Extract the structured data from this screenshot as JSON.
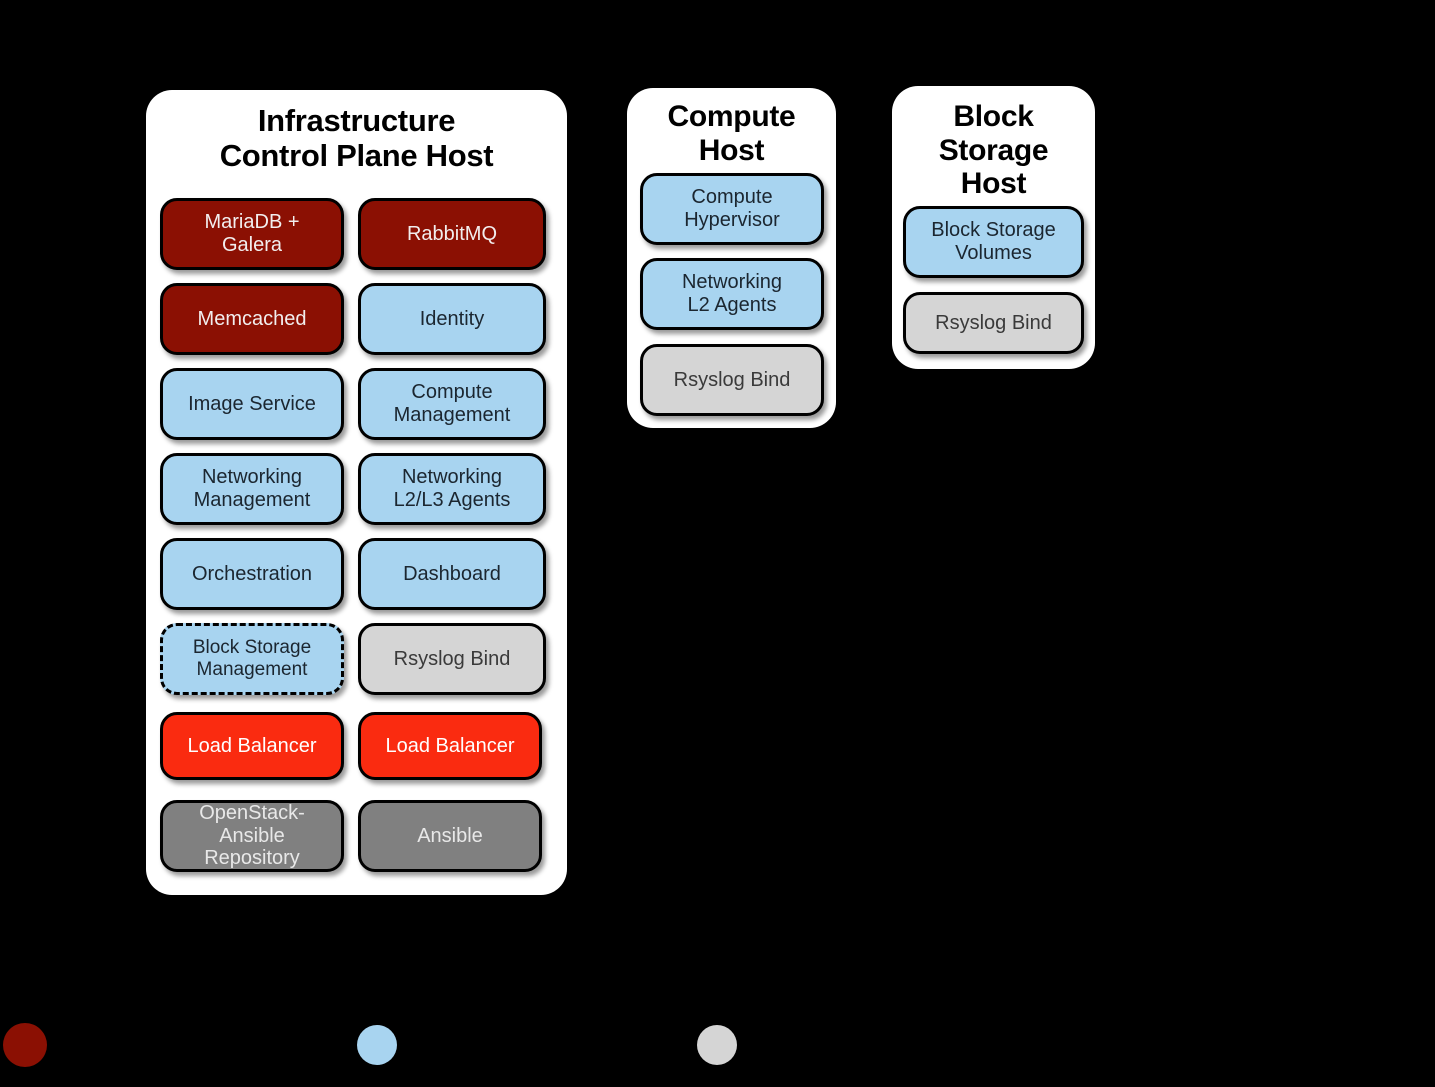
{
  "diagram": {
    "background_color": "#000000",
    "panel_color": "#ffffff"
  },
  "palette": {
    "infrastructure_service": "#8B1003",
    "openstack_service": "#A8D4F0",
    "logging_service": "#D5D5D5",
    "load_balancer": "#FA2B10",
    "deployment_tooling": "#808080"
  },
  "hosts": [
    {
      "id": "infrastructure-control-plane-host",
      "title": "Infrastructure\nControl Plane Host",
      "title_line1": "Infrastructure",
      "title_line2": "Control Plane Host",
      "border_style": "solid",
      "columns": [
        {
          "id": "left-column",
          "items": [
            {
              "label": "MariaDB + Galera",
              "label_line1": "MariaDB +",
              "label_line2": "Galera",
              "color": "#8B1003",
              "variant": "c-darkred",
              "border": "solid"
            },
            {
              "label": "Memcached",
              "label_line1": "Memcached",
              "label_line2": "",
              "color": "#8B1003",
              "variant": "c-darkred",
              "border": "solid"
            },
            {
              "label": "Image Service",
              "label_line1": "Image Service",
              "label_line2": "",
              "color": "#A8D4F0",
              "variant": "c-blue",
              "border": "solid"
            },
            {
              "label": "Networking Management",
              "label_line1": "Networking",
              "label_line2": "Management",
              "color": "#A8D4F0",
              "variant": "c-blue",
              "border": "solid"
            },
            {
              "label": "Orchestration",
              "label_line1": "Orchestration",
              "label_line2": "",
              "color": "#A8D4F0",
              "variant": "c-blue",
              "border": "solid"
            },
            {
              "label": "Block Storage Management",
              "label_line1": "Block Storage",
              "label_line2": "Management",
              "color": "#A8D4F0",
              "variant": "c-blue",
              "border": "dash-dot"
            },
            {
              "label": "Load Balancer",
              "label_line1": "Load Balancer",
              "label_line2": "",
              "color": "#FA2B10",
              "variant": "c-red",
              "border": "solid"
            },
            {
              "label": "OpenStack-Ansible Repository",
              "label_line1": "OpenStack-",
              "label_line2": "Ansible",
              "label_line3": "Repository",
              "color": "#808080",
              "variant": "c-gray",
              "border": "solid"
            }
          ]
        },
        {
          "id": "right-column",
          "items": [
            {
              "label": "RabbitMQ",
              "label_line1": "RabbitMQ",
              "label_line2": "",
              "color": "#8B1003",
              "variant": "c-darkred",
              "border": "solid"
            },
            {
              "label": "Identity",
              "label_line1": "Identity",
              "label_line2": "",
              "color": "#A8D4F0",
              "variant": "c-blue",
              "border": "solid"
            },
            {
              "label": "Compute Management",
              "label_line1": "Compute",
              "label_line2": "Management",
              "color": "#A8D4F0",
              "variant": "c-blue",
              "border": "solid"
            },
            {
              "label": "Networking L2/L3 Agents",
              "label_line1": "Networking",
              "label_line2": "L2/L3 Agents",
              "color": "#A8D4F0",
              "variant": "c-blue",
              "border": "solid"
            },
            {
              "label": "Dashboard",
              "label_line1": "Dashboard",
              "label_line2": "",
              "color": "#A8D4F0",
              "variant": "c-blue",
              "border": "solid"
            },
            {
              "label": "Rsyslog Bind",
              "label_line1": "Rsyslog Bind",
              "label_line2": "",
              "color": "#D5D5D5",
              "variant": "c-lightgray",
              "border": "solid"
            },
            {
              "label": "Load Balancer",
              "label_line1": "Load Balancer",
              "label_line2": "",
              "color": "#FA2B10",
              "variant": "c-red",
              "border": "solid"
            },
            {
              "label": "Ansible",
              "label_line1": "Ansible",
              "label_line2": "",
              "color": "#808080",
              "variant": "c-gray",
              "border": "solid"
            }
          ]
        }
      ]
    },
    {
      "id": "compute-host",
      "title": "Compute Host",
      "title_line1": "Compute",
      "title_line2": "Host",
      "border_style": "solid",
      "items": [
        {
          "label": "Compute Hypervisor",
          "label_line1": "Compute",
          "label_line2": "Hypervisor",
          "color": "#A8D4F0",
          "variant": "c-blue",
          "border": "solid"
        },
        {
          "label": "Networking L2 Agents",
          "label_line1": "Networking",
          "label_line2": "L2 Agents",
          "color": "#A8D4F0",
          "variant": "c-blue",
          "border": "solid"
        },
        {
          "label": "Rsyslog Bind",
          "label_line1": "Rsyslog Bind",
          "label_line2": "",
          "color": "#D5D5D5",
          "variant": "c-lightgray",
          "border": "solid"
        }
      ]
    },
    {
      "id": "block-storage-host",
      "title": "Block Storage Host",
      "title_line1": "Block",
      "title_line2": "Storage",
      "title_line3": "Host",
      "border_style": "dashed",
      "items": [
        {
          "label": "Block Storage Volumes",
          "label_line1": "Block Storage",
          "label_line2": "Volumes",
          "color": "#A8D4F0",
          "variant": "c-blue",
          "border": "solid"
        },
        {
          "label": "Rsyslog Bind",
          "label_line1": "Rsyslog Bind",
          "label_line2": "",
          "color": "#D5D5D5",
          "variant": "c-lightgray",
          "border": "solid"
        }
      ]
    }
  ],
  "legend": {
    "items": [
      {
        "color": "#8B1003",
        "label": ""
      },
      {
        "color": "#A8D4F0",
        "label": ""
      },
      {
        "color": "#D5D5D5",
        "label": ""
      }
    ]
  }
}
